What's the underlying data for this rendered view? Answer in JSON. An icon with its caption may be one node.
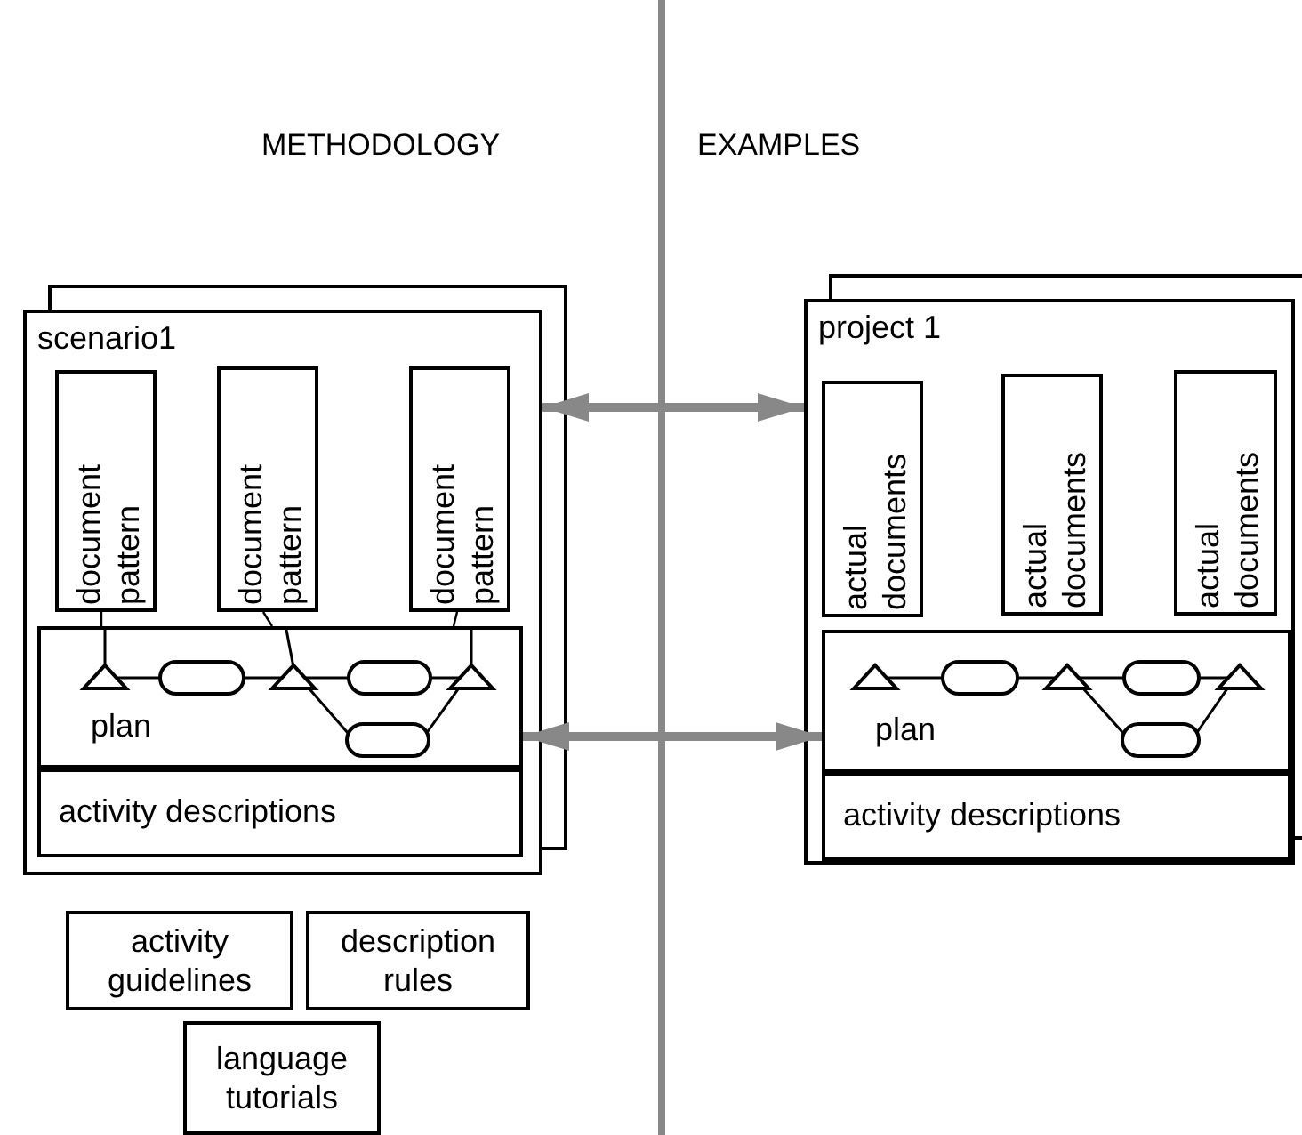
{
  "diagram": {
    "nodes": [
      {
        "text": [
          "scenario1"
        ]
      },
      {
        "text": [
          "document pattern"
        ],
        "in": 0
      },
      {
        "text": [
          "document pattern"
        ],
        "in": 0
      },
      {
        "text": [
          "document pattern"
        ],
        "in": 0
      },
      {
        "text": [
          "plan"
        ],
        "in": 0
      },
      {
        "text": [
          "activity descriptions"
        ],
        "in": 0
      },
      {
        "text": [
          "project 1"
        ]
      },
      {
        "text": [
          "actual documents"
        ],
        "in": 6
      },
      {
        "text": [
          "actual documents"
        ],
        "in": 6
      },
      {
        "text": [
          "actual documents"
        ],
        "in": 6
      },
      {
        "text": [
          "plan"
        ],
        "in": 6
      },
      {
        "text": [
          "activity descriptions"
        ],
        "in": 6
      },
      {
        "text": [
          "activity guidelines"
        ]
      },
      {
        "text": [
          "description rules"
        ]
      },
      {
        "text": [
          "language tutorials"
        ]
      }
    ],
    "edges": [
      {
        "from": 0,
        "to": 6,
        "arrow": "both",
        "style": "thick",
        "color": "#888888"
      },
      {
        "from": 4,
        "to": 10,
        "arrow": "both",
        "style": "thick",
        "color": "#888888"
      },
      {
        "from": 1,
        "to": 4,
        "arrow": "none"
      },
      {
        "from": 2,
        "to": 4,
        "arrow": "none"
      },
      {
        "from": 3,
        "to": 4,
        "arrow": "none"
      }
    ],
    "labels": [
      "METHODOLOGY",
      "EXAMPLES"
    ]
  }
}
